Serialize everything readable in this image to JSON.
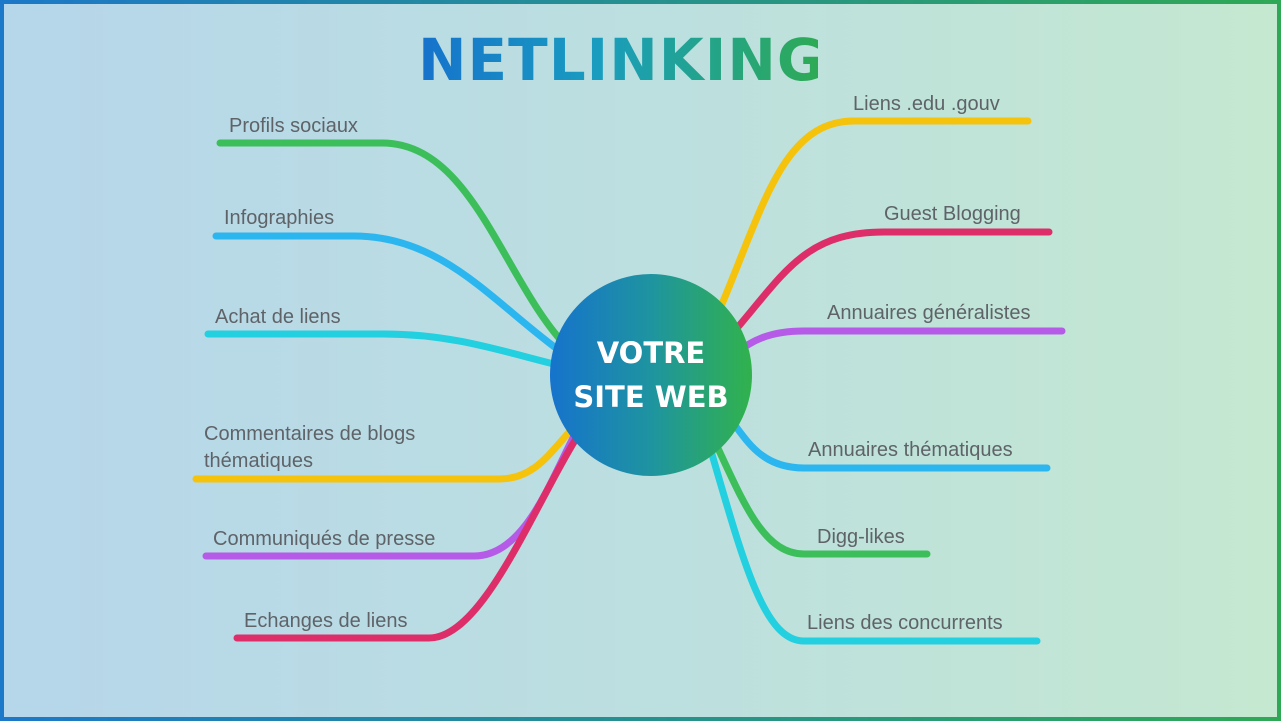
{
  "title": "NETLINKING",
  "center": {
    "line1": "VOTRE",
    "line2": "SITE WEB"
  },
  "left_branches": [
    {
      "label": "Profils sociaux",
      "color": "#3cbf5a"
    },
    {
      "label": "Infographies",
      "color": "#2bb6f0"
    },
    {
      "label": "Achat de liens",
      "color": "#22d0e0"
    },
    {
      "label": "Commentaires de blogs",
      "label2": "thématiques",
      "color": "#f5c20c"
    },
    {
      "label": "Communiqués de presse",
      "color": "#b65ae8"
    },
    {
      "label": "Echanges de liens",
      "color": "#dd2e6a"
    }
  ],
  "right_branches": [
    {
      "label": "Liens .edu .gouv",
      "color": "#f5c20c"
    },
    {
      "label": "Guest Blogging",
      "color": "#dd2e6a"
    },
    {
      "label": "Annuaires généralistes",
      "color": "#b65ae8"
    },
    {
      "label": "Annuaires thématiques",
      "color": "#2bb6f0"
    },
    {
      "label": "Digg-likes",
      "color": "#3cbf5a"
    },
    {
      "label": "Liens des concurrents",
      "color": "#22d0e0"
    }
  ]
}
